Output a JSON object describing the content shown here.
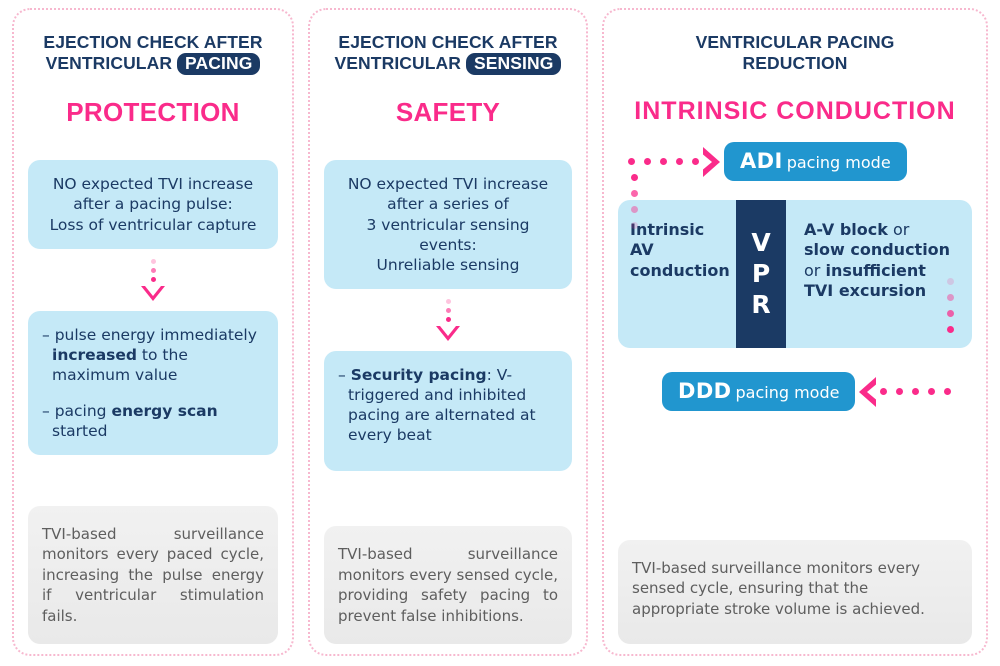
{
  "columns": [
    {
      "kicker_line1": "EJECTION CHECK AFTER",
      "kicker_line2_pre": "VENTRICULAR",
      "kicker_highlight": "PACING",
      "subtitle": "PROTECTION",
      "box1_line1": "NO expected TVI increase",
      "box1_line2": "after a pacing pulse:",
      "box1_line3": "Loss of ventricular capture",
      "bullets": [
        {
          "dash": "– ",
          "pre": "pulse energy immediately ",
          "bold": "increased",
          "post": " to the maximum value"
        },
        {
          "dash": "– ",
          "pre": "pacing ",
          "bold": "energy scan",
          "post": " started"
        }
      ],
      "footer": "TVI-based surveillance monitors every paced cycle, increasing the pulse energy if ventricular stimulation fails."
    },
    {
      "kicker_line1": "EJECTION CHECK AFTER",
      "kicker_line2_pre": "VENTRICULAR",
      "kicker_highlight": "SENSING",
      "subtitle": "SAFETY",
      "box1_line1": "NO expected TVI increase",
      "box1_line2": "after a series of",
      "box1_line3": "3  ventricular  sensing  events:",
      "box1_line4": "Unreliable sensing",
      "bullets": [
        {
          "dash": "– ",
          "pre": "",
          "bold": "Security pacing",
          "post": ": V-triggered and inhibited pacing are alternated at every beat"
        }
      ],
      "footer": "TVI-based surveillance monitors every sensed cycle, providing safety pacing to prevent false inhibitions."
    },
    {
      "kicker_line1": "VENTRICULAR PACING",
      "kicker_line2": "REDUCTION",
      "subtitle": "INTRINSIC  CONDUCTION",
      "adi_code": "ADI",
      "adi_mode": "pacing mode",
      "ddd_code": "DDD",
      "ddd_mode": "pacing mode",
      "vpr_left": "Intrinsic AV conduction",
      "vpr_letters": [
        "V",
        "P",
        "R"
      ],
      "vpr_right_1_bold": "A-V block",
      "vpr_right_1_lite": " or",
      "vpr_right_2_bold": "slow conduction",
      "vpr_right_3_lite": "or ",
      "vpr_right_3_bold": "insufficient",
      "vpr_right_4_bold": "TVI excursion",
      "footer": "TVI-based surveillance monitors every sensed cycle, ensuring that the appropriate stroke volume is achieved."
    }
  ],
  "colors": {
    "navy": "#1b3a64",
    "pink": "#fa2b8a",
    "light_blue": "#c5e9f7",
    "badge_blue": "#2196cf",
    "border_pink": "#f7b8cf",
    "footer_grey": "#eeeeee"
  }
}
